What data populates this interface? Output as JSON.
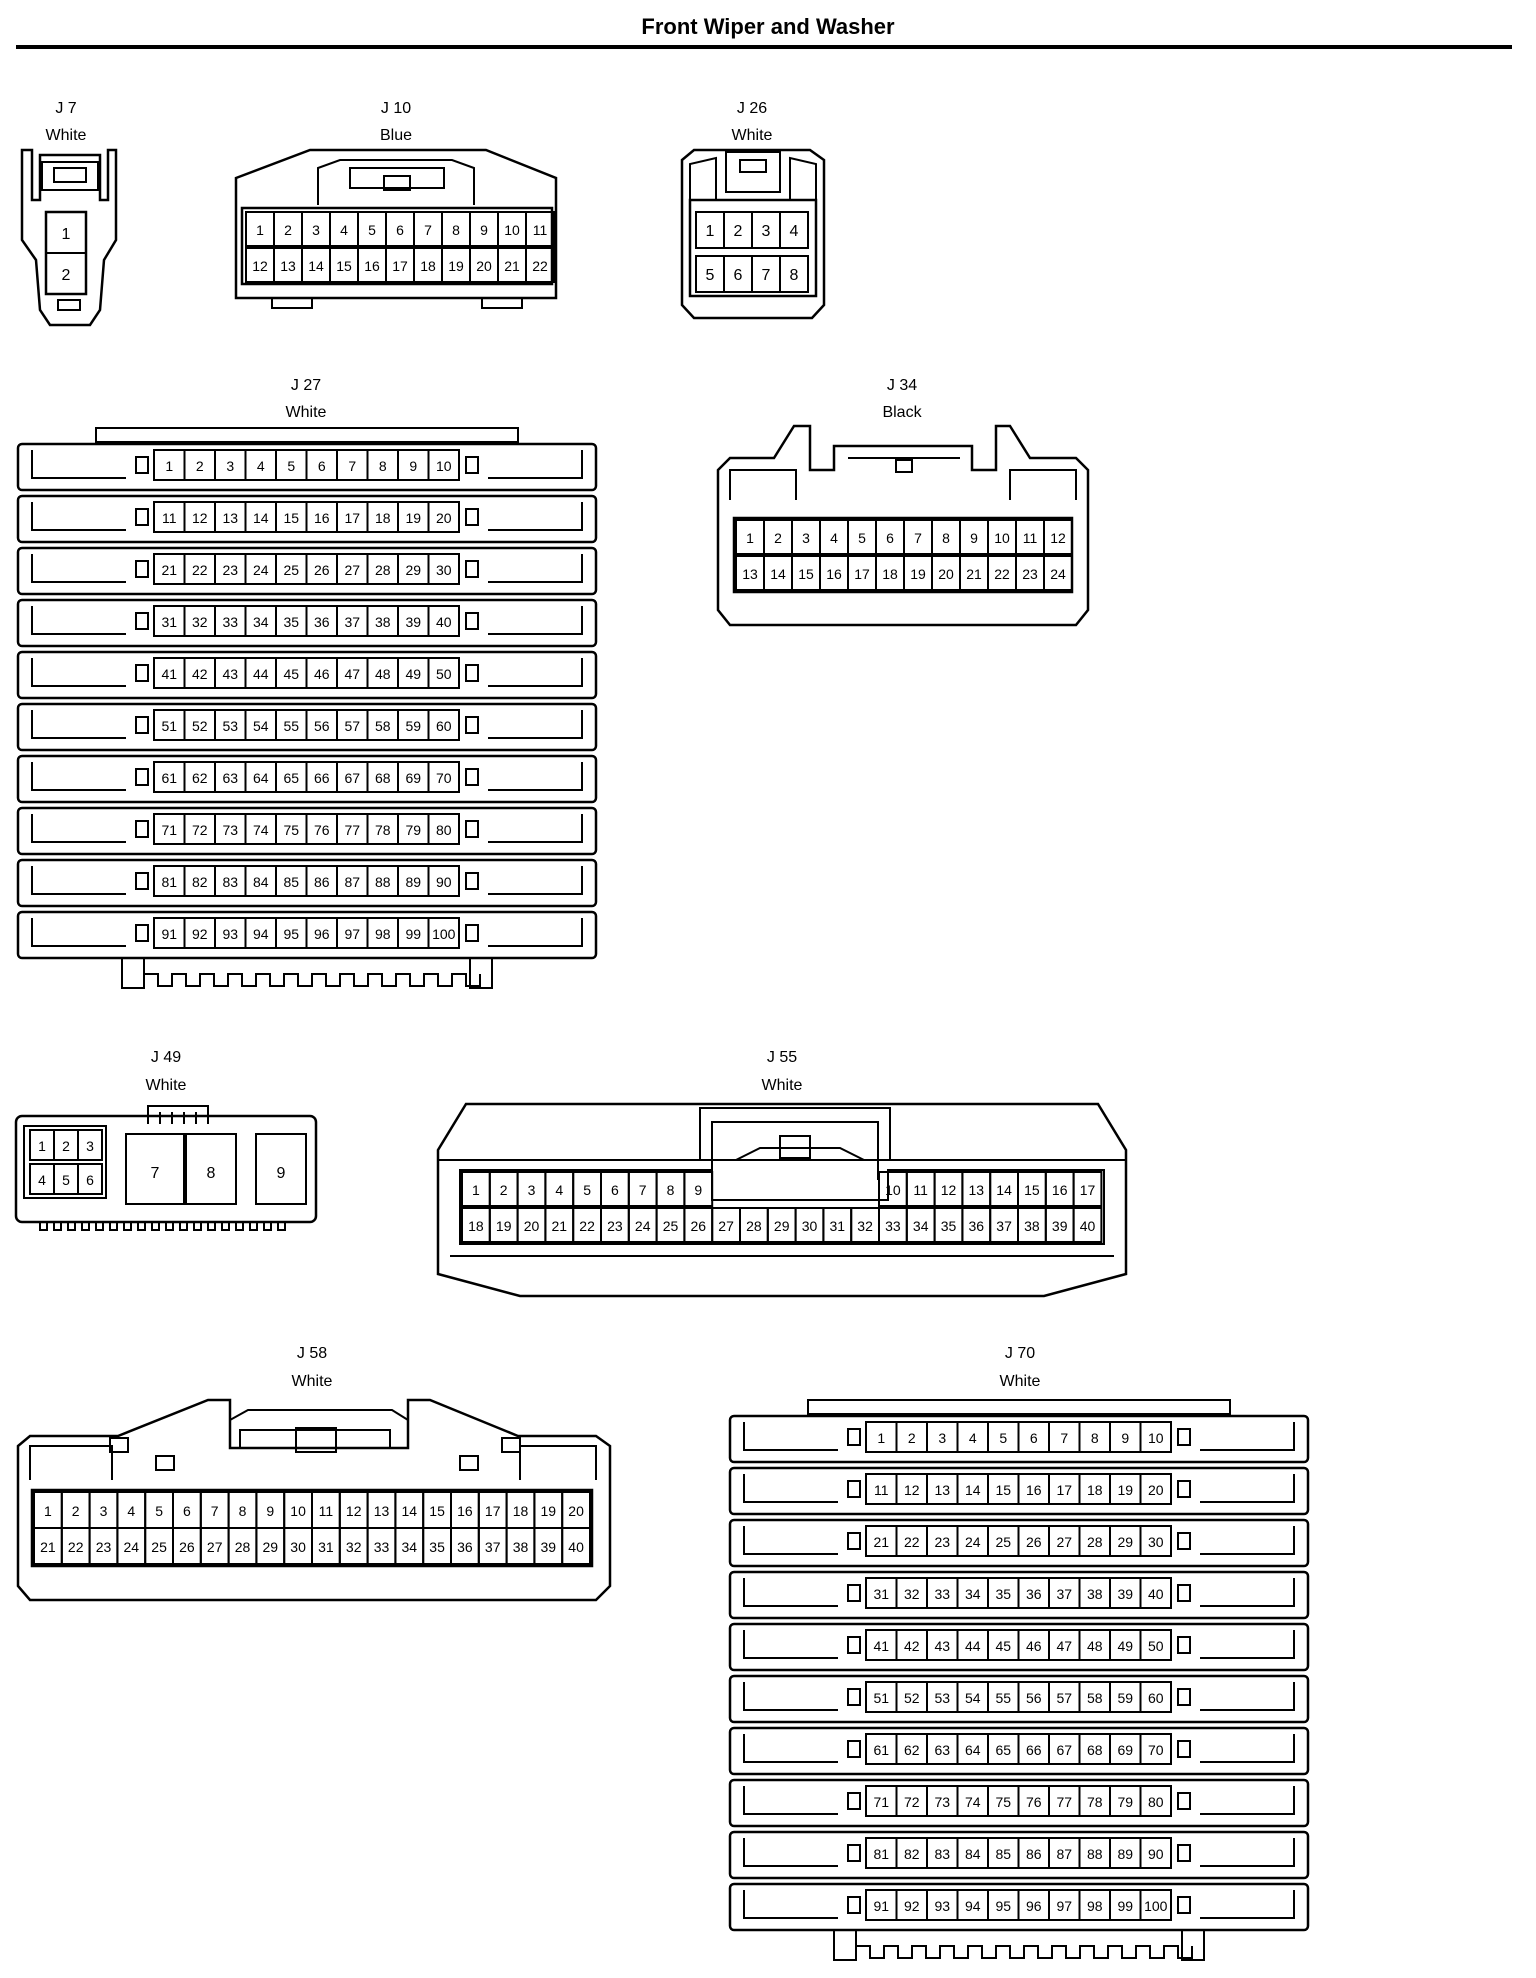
{
  "page": {
    "title": "Front Wiper and Washer"
  },
  "connectors": {
    "j7": {
      "id": "J 7",
      "color": "White",
      "pins": [
        1,
        2
      ]
    },
    "j10": {
      "id": "J 10",
      "color": "Blue",
      "pin_rows": [
        [
          1,
          2,
          3,
          4,
          5,
          6,
          7,
          8,
          9,
          10,
          11
        ],
        [
          12,
          13,
          14,
          15,
          16,
          17,
          18,
          19,
          20,
          21,
          22
        ]
      ]
    },
    "j26": {
      "id": "J 26",
      "color": "White",
      "pin_rows": [
        [
          1,
          2,
          3,
          4
        ],
        [
          5,
          6,
          7,
          8
        ]
      ]
    },
    "j27": {
      "id": "J 27",
      "color": "White",
      "pin_count": 100,
      "pins_per_row": 10
    },
    "j34": {
      "id": "J 34",
      "color": "Black",
      "pin_rows": [
        [
          1,
          2,
          3,
          4,
          5,
          6,
          7,
          8,
          9,
          10,
          11,
          12
        ],
        [
          13,
          14,
          15,
          16,
          17,
          18,
          19,
          20,
          21,
          22,
          23,
          24
        ]
      ]
    },
    "j49": {
      "id": "J 49",
      "color": "White",
      "pin_rows": [
        [
          1,
          2,
          3
        ],
        [
          4,
          5,
          6
        ]
      ],
      "large_pins": [
        7,
        8,
        9
      ]
    },
    "j55": {
      "id": "J 55",
      "color": "White",
      "pin_rows": [
        [
          1,
          2,
          3,
          4,
          5,
          6,
          7,
          8,
          9,
          10,
          11,
          12,
          13,
          14,
          15,
          16,
          17
        ],
        [
          18,
          19,
          20,
          21,
          22,
          23,
          24,
          25,
          26,
          27,
          28,
          29,
          30,
          31,
          32,
          33,
          34,
          35,
          36,
          37,
          38,
          39,
          40
        ]
      ]
    },
    "j58": {
      "id": "J 58",
      "color": "White",
      "pin_rows": [
        [
          1,
          2,
          3,
          4,
          5,
          6,
          7,
          8,
          9,
          10,
          11,
          12,
          13,
          14,
          15,
          16,
          17,
          18,
          19,
          20
        ],
        [
          21,
          22,
          23,
          24,
          25,
          26,
          27,
          28,
          29,
          30,
          31,
          32,
          33,
          34,
          35,
          36,
          37,
          38,
          39,
          40
        ]
      ]
    },
    "j70": {
      "id": "J 70",
      "color": "White",
      "pin_count": 100,
      "pins_per_row": 10
    }
  }
}
